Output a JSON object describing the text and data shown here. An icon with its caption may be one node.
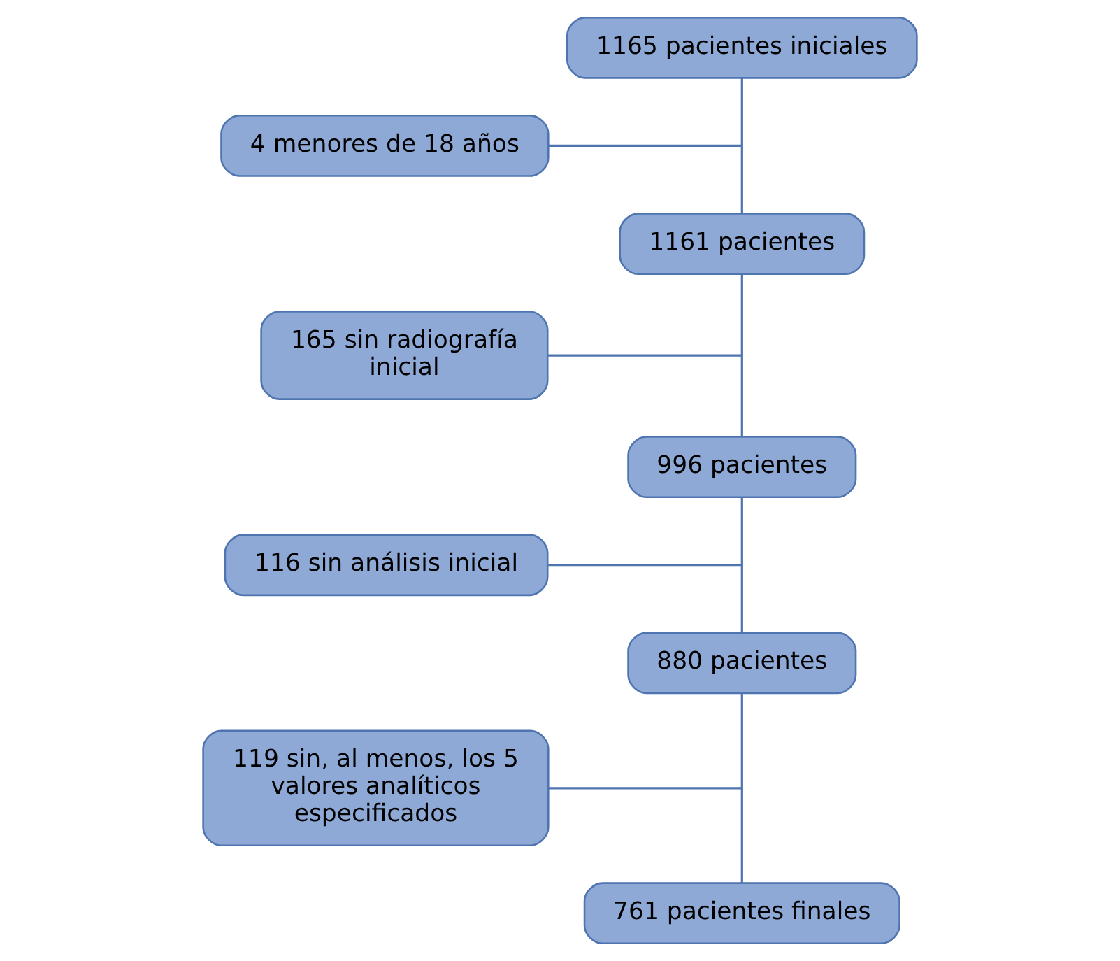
{
  "diagram": {
    "nodes": [
      {
        "text": [
          "1165 pacientes iniciales"
        ]
      },
      {
        "text": [
          "4 menores de 18 años"
        ]
      },
      {
        "text": [
          "1161 pacientes"
        ]
      },
      {
        "text": [
          "165 sin radiografía inicial"
        ]
      },
      {
        "text": [
          "996 pacientes"
        ]
      },
      {
        "text": [
          "116 sin análisis inicial"
        ]
      },
      {
        "text": [
          "880 pacientes"
        ]
      },
      {
        "text": [
          "119 sin, al menos, los 5 valores analíticos especificados"
        ]
      },
      {
        "text": [
          "761 pacientes finales"
        ]
      }
    ],
    "edges": [
      {
        "from": 0,
        "to": 2,
        "arrow": "none"
      },
      {
        "from": 2,
        "to": 4,
        "arrow": "none"
      },
      {
        "from": 4,
        "to": 6,
        "arrow": "none"
      },
      {
        "from": 6,
        "to": 8,
        "arrow": "none"
      },
      {
        "from": 1,
        "to": null,
        "arrow": "none"
      },
      {
        "from": 3,
        "to": null,
        "arrow": "none"
      },
      {
        "from": 5,
        "to": null,
        "arrow": "none"
      },
      {
        "from": 7,
        "to": null,
        "arrow": "none"
      }
    ]
  }
}
